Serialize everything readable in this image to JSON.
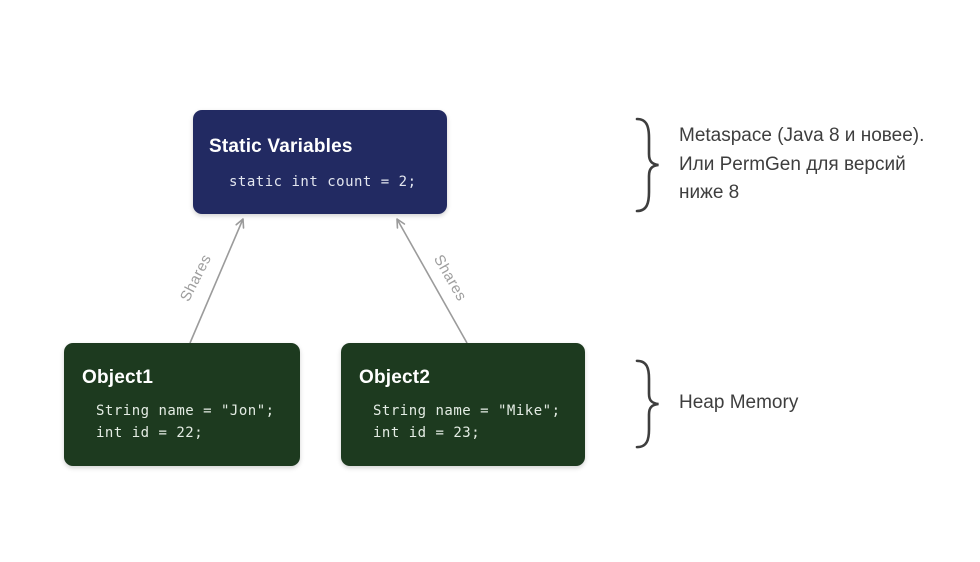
{
  "diagram": {
    "static_box": {
      "title": "Static Variables",
      "code": "static int count = 2;"
    },
    "object1": {
      "title": "Object1",
      "code_lines": [
        "String name = \"Jon\";",
        "int id = 22;"
      ]
    },
    "object2": {
      "title": "Object2",
      "code_lines": [
        "String name = \"Mike\";",
        "int id = 23;"
      ]
    },
    "arrows": {
      "left_label": "Shares",
      "right_label": "Shares"
    },
    "annotations": {
      "metaspace_lines": [
        "Metaspace (Java 8 и новее).",
        "Или PermGen для версий",
        "ниже 8"
      ],
      "heap": "Heap Memory"
    },
    "colors": {
      "static_box_bg": "#222a62",
      "object_box_bg": "#1d3a1f",
      "arrow": "#9b9b9b",
      "share_label": "#9e9e9e",
      "annotation_text": "#3e3e3e",
      "background": "#ffffff"
    }
  }
}
